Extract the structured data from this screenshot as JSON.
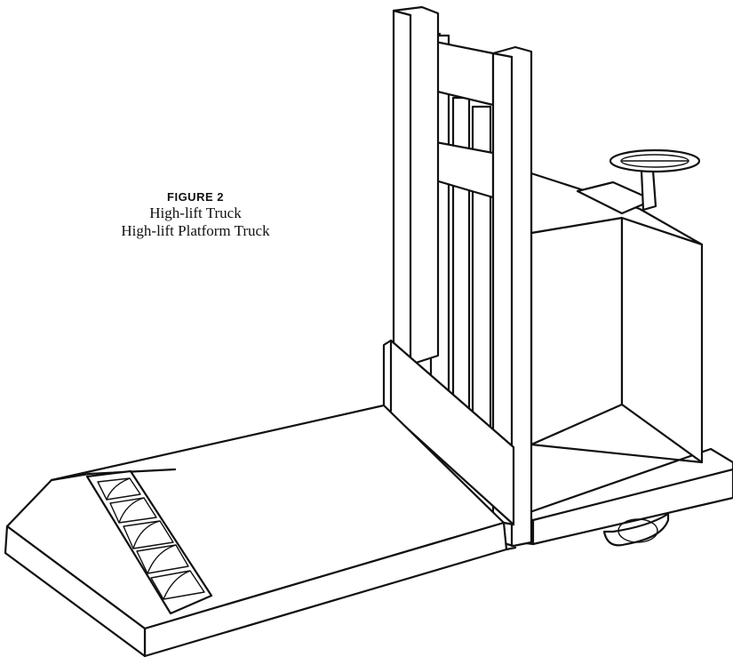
{
  "caption": {
    "figure_label": "FIGURE 2",
    "line1": "High-lift Truck",
    "line2": "High-lift Platform Truck"
  },
  "colors": {
    "ink": "#111111",
    "paper": "#ffffff"
  }
}
